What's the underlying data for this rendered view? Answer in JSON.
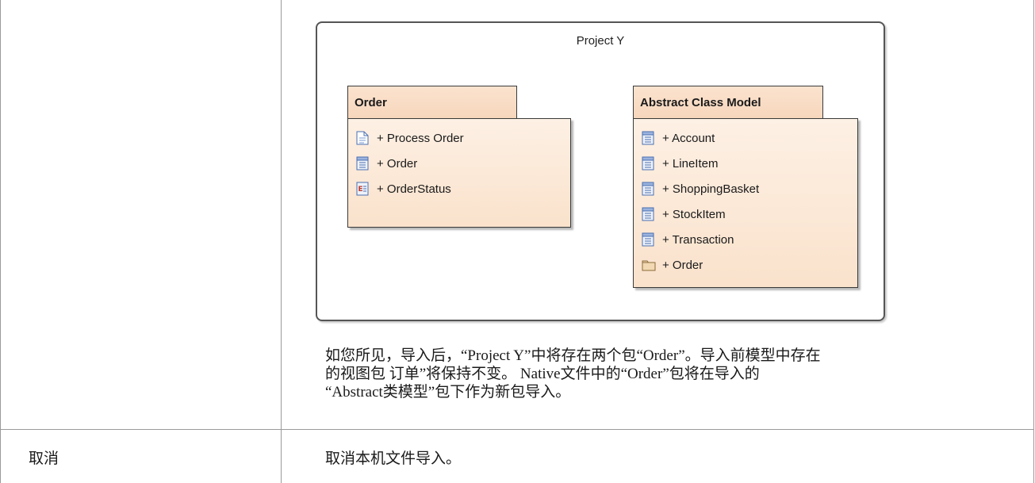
{
  "diagram": {
    "title": "Project Y",
    "packages": [
      {
        "name": "Order",
        "items": [
          {
            "icon": "use-case-document-icon",
            "label": "+ Process Order"
          },
          {
            "icon": "class-icon",
            "label": "+ Order"
          },
          {
            "icon": "enumeration-icon",
            "label": "+ OrderStatus"
          }
        ]
      },
      {
        "name": "Abstract Class Model",
        "items": [
          {
            "icon": "class-icon",
            "label": "+ Account"
          },
          {
            "icon": "class-icon",
            "label": "+ LineItem"
          },
          {
            "icon": "class-icon",
            "label": "+ ShoppingBasket"
          },
          {
            "icon": "class-icon",
            "label": "+ StockItem"
          },
          {
            "icon": "class-icon",
            "label": "+ Transaction"
          },
          {
            "icon": "package-folder-icon",
            "label": "+ Order"
          }
        ]
      }
    ]
  },
  "description": {
    "line1": "如您所见，导入后，“Project Y”中将存在两个包“Order”。导入前模型中存在",
    "line2": "的视图包 订单”将保持不变。 Native文件中的“Order”包将在导入的",
    "line3": "“Abstract类模型”包下作为新包导入。"
  },
  "row_cancel": {
    "label": "取消",
    "description": "取消本机文件导入。"
  }
}
